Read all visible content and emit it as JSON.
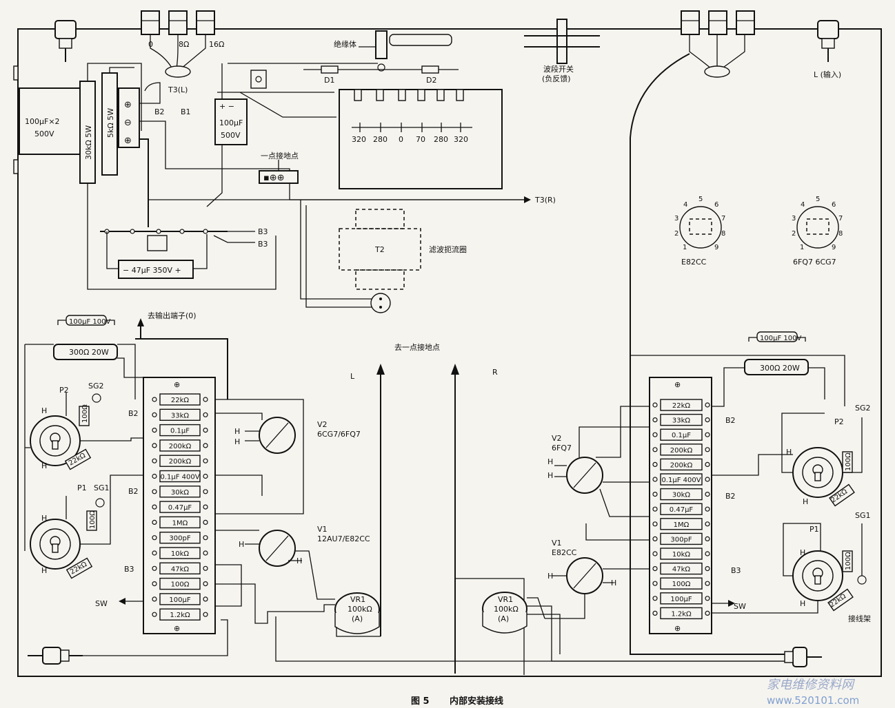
{
  "caption": {
    "fig": "图 5",
    "title": "内部安装接线"
  },
  "top": {
    "taps_left": [
      "0",
      "8Ω",
      "16Ω"
    ],
    "t3l": "T3(L)",
    "insulator": "绝缘体",
    "band_switch": "波段开关",
    "band_switch_sub": "(负反馈)",
    "input": "L (输入)",
    "d1": "D1",
    "d2": "D2",
    "b1": "B1",
    "b2": "B2",
    "t3r": "T3(R)"
  },
  "psu": {
    "cap_main": [
      "100μF×2",
      "500V"
    ],
    "r30k": "30kΩ 5W",
    "r5k": "5kΩ 5W",
    "cap100": [
      "100μF",
      "500V"
    ],
    "ground_point": "一点接地点",
    "scale": [
      "320",
      "280",
      "0",
      "70",
      "280",
      "320"
    ],
    "b3": [
      "B3",
      "B3"
    ],
    "cap47": "47μF 350V",
    "t2": "T2",
    "choke": "滤波扼流圈"
  },
  "tubes_pin": {
    "e82cc": "E82CC",
    "pair": "6FQ7  6CG7",
    "pins": [
      "1",
      "2",
      "3",
      "4",
      "5",
      "6",
      "7",
      "8",
      "9"
    ]
  },
  "left": {
    "cap100": "100μF 100V",
    "r300": "300Ω 20W",
    "to_out": "去输出端子(0)",
    "to_ground": "去一点接地点",
    "L": "L",
    "R": "R",
    "p2": "P2",
    "sg2": "SG2",
    "r100a": "100Ω",
    "r22k_a": "22kΩ",
    "h": "H",
    "p1": "P1",
    "sg1": "SG1",
    "r100b": "100Ω",
    "r22k_b": "22kΩ",
    "b2a": "B2",
    "b2b": "B2",
    "b3": "B3",
    "sw": "SW",
    "board": [
      "22kΩ",
      "33kΩ",
      "0.1μF",
      "200kΩ",
      "200kΩ",
      "0.1μF 400V",
      "30kΩ",
      "0.47μF",
      "1MΩ",
      "300pF",
      "10kΩ",
      "47kΩ",
      "100Ω",
      "100μF",
      "1.2kΩ"
    ],
    "plus": "⊕",
    "v2": "V2",
    "v2t": "6CG7/6FQ7",
    "v1": "V1",
    "v1t": "12AU7/E82CC",
    "vr1": "VR1",
    "vr1v": "100kΩ",
    "vr1a": "(A)"
  },
  "right": {
    "cap100": "100μF 100V",
    "r300": "300Ω 20W",
    "board": [
      "22kΩ",
      "33kΩ",
      "0.1μF",
      "200kΩ",
      "200kΩ",
      "0.1μF 400V",
      "30kΩ",
      "0.47μF",
      "1MΩ",
      "300pF",
      "10kΩ",
      "47kΩ",
      "100Ω",
      "100μF",
      "1.2kΩ"
    ],
    "b2a": "B2",
    "b2b": "B2",
    "b3": "B3",
    "sw": "SW",
    "v2": "V2",
    "v2t": "6FQ7",
    "v1": "V1",
    "v1t": "E82CC",
    "p2": "P2",
    "sg2": "SG2",
    "p1": "P1",
    "sg1": "SG1",
    "r100": "100Ω",
    "r22k": "22kΩ",
    "h": "H",
    "vr1": "VR1",
    "vr1v": "100kΩ",
    "vr1a": "(A)",
    "terminal_rack": "接线架"
  },
  "watermark": {
    "cn": "家电维修资料网",
    "url": "www.520101.com"
  }
}
